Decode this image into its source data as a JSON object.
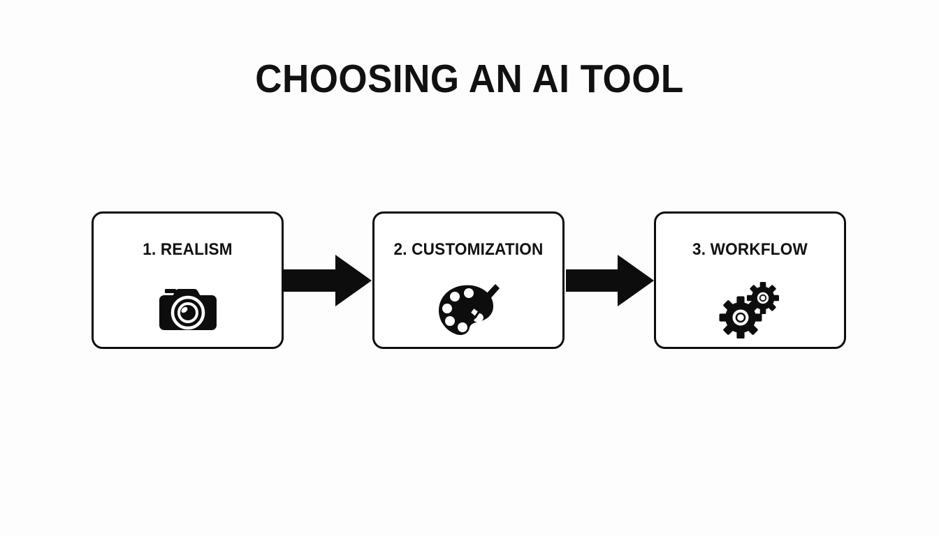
{
  "slide": {
    "title": "CHOOSING AN AI TOOL",
    "background_color": "#fdfdfd",
    "ink_color": "#0d0d0d",
    "text_color": "#111111",
    "card_fill": "#ffffff"
  },
  "flow": {
    "steps": [
      {
        "label": "1. REALISM",
        "number": "1",
        "name": "REALISM",
        "icon": "camera-icon"
      },
      {
        "label": "2. CUSTOMIZATION",
        "number": "2",
        "name": "CUSTOMIZATION",
        "icon": "paint-palette-icon"
      },
      {
        "label": "3. WORKFLOW",
        "number": "3",
        "name": "WORKFLOW",
        "icon": "gears-icon"
      }
    ],
    "connectors": [
      {
        "icon": "arrow-right-icon",
        "from": "1. REALISM",
        "to": "2. CUSTOMIZATION"
      },
      {
        "icon": "arrow-right-icon",
        "from": "2. CUSTOMIZATION",
        "to": "3. WORKFLOW"
      }
    ]
  }
}
